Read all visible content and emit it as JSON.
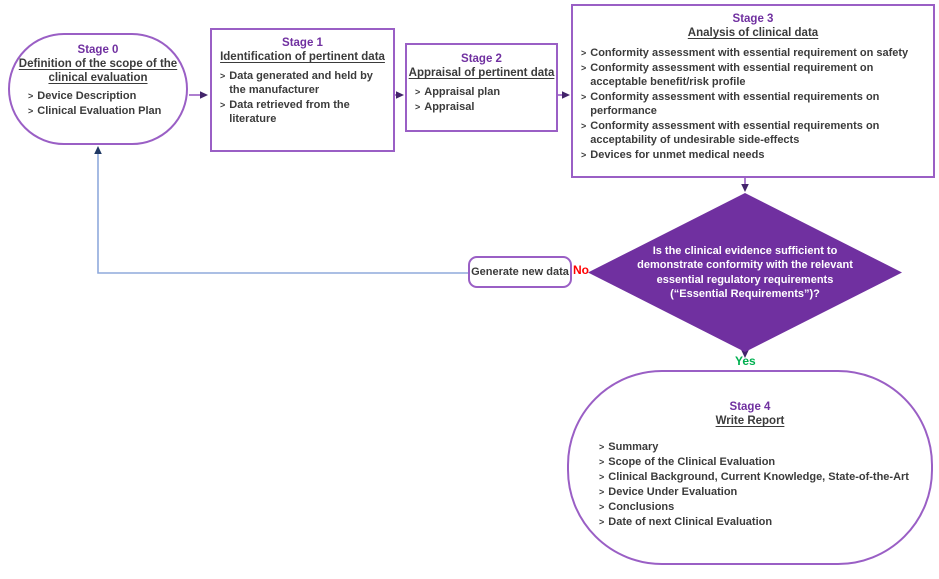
{
  "diagram": {
    "bullet_char": ">",
    "stages": [
      {
        "title": "Stage 0",
        "subtitle": "Definition of the scope of the clinical evaluation",
        "bullets": [
          "Device Description",
          "Clinical Evaluation Plan"
        ]
      },
      {
        "title": "Stage 1",
        "subtitle": "Identification of pertinent data",
        "bullets": [
          "Data generated and held by the manufacturer",
          "Data retrieved from the literature"
        ]
      },
      {
        "title": "Stage 2",
        "subtitle": "Appraisal of pertinent data",
        "bullets": [
          "Appraisal plan",
          "Appraisal"
        ]
      },
      {
        "title": "Stage 3",
        "subtitle": "Analysis of clinical data",
        "bullets": [
          "Conformity assessment with essential requirement on safety",
          "Conformity assessment with essential requirement on acceptable benefit/risk profile",
          "Conformity assessment with essential requirements on performance",
          "Conformity assessment with essential requirements on acceptability of undesirable side-effects",
          "Devices for unmet medical needs"
        ]
      },
      {
        "title": "Stage 4",
        "subtitle": "Write Report",
        "bullets": [
          "Summary",
          "Scope of the Clinical Evaluation",
          "Clinical Background, Current Knowledge, State-of-the-Art",
          "Device Under Evaluation",
          "Conclusions",
          "Date of next Clinical Evaluation"
        ]
      }
    ],
    "decision_text": "Is the clinical evidence sufficient to demonstrate conformity with the relevant essential regulatory requirements (“Essential Requirements”)?",
    "generate_label": "Generate new data",
    "no_label": "No",
    "yes_label": "Yes",
    "colors": {
      "node_border": "#9A5FC5",
      "diamond_fill": "#7030A0",
      "header_text": "#7030A0",
      "body_text": "#3B3B3B",
      "no_label": "#FF0000",
      "yes_label": "#00B050",
      "return_line": "#8FAADC",
      "arrowhead": "#43246B"
    }
  }
}
